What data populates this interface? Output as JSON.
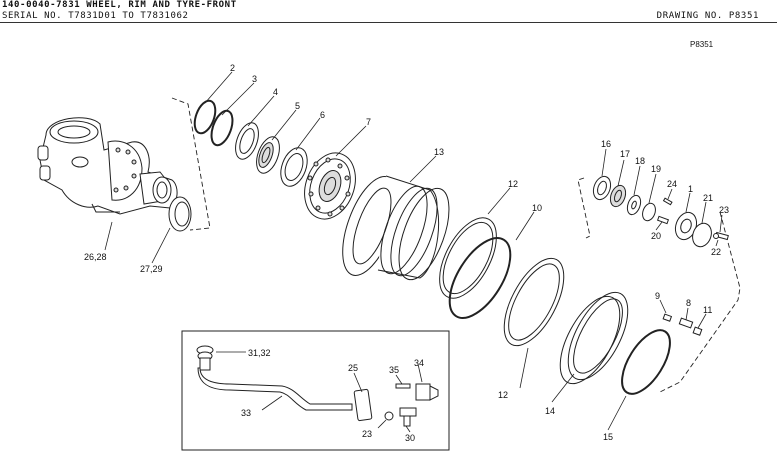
{
  "header": {
    "title": "140-0040-7831 WHEEL, RIM AND TYRE-FRONT",
    "serial": "SERIAL NO. T7831D01 TO T7831062",
    "drawing_no": "DRAWING NO. P8351"
  },
  "plate_id": "P8351",
  "callouts": {
    "c1": "1",
    "c2": "2",
    "c3": "3",
    "c4": "4",
    "c5": "5",
    "c6": "6",
    "c7": "7",
    "c8": "8",
    "c9": "9",
    "c10": "10",
    "c11": "11",
    "c12a": "12",
    "c12b": "12",
    "c13": "13",
    "c14": "14",
    "c15": "15",
    "c16": "16",
    "c17": "17",
    "c18": "18",
    "c19": "19",
    "c20": "20",
    "c21": "21",
    "c22": "22",
    "c23a": "23",
    "c23b": "23",
    "c24": "24",
    "c25": "25",
    "c2628": "26,28",
    "c2729": "27,29",
    "c30": "30",
    "c3132": "31,32",
    "c33": "33",
    "c34": "34",
    "c35": "35"
  }
}
